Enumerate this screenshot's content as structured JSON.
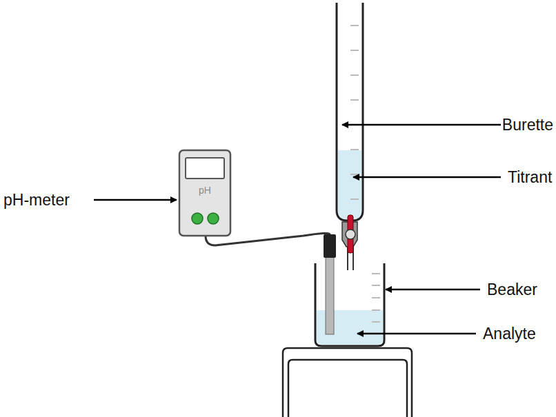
{
  "diagram": {
    "labels": [
      "pH-meter",
      "Burette",
      "Titrant",
      "Beaker",
      "Analyte",
      "pH"
    ]
  }
}
